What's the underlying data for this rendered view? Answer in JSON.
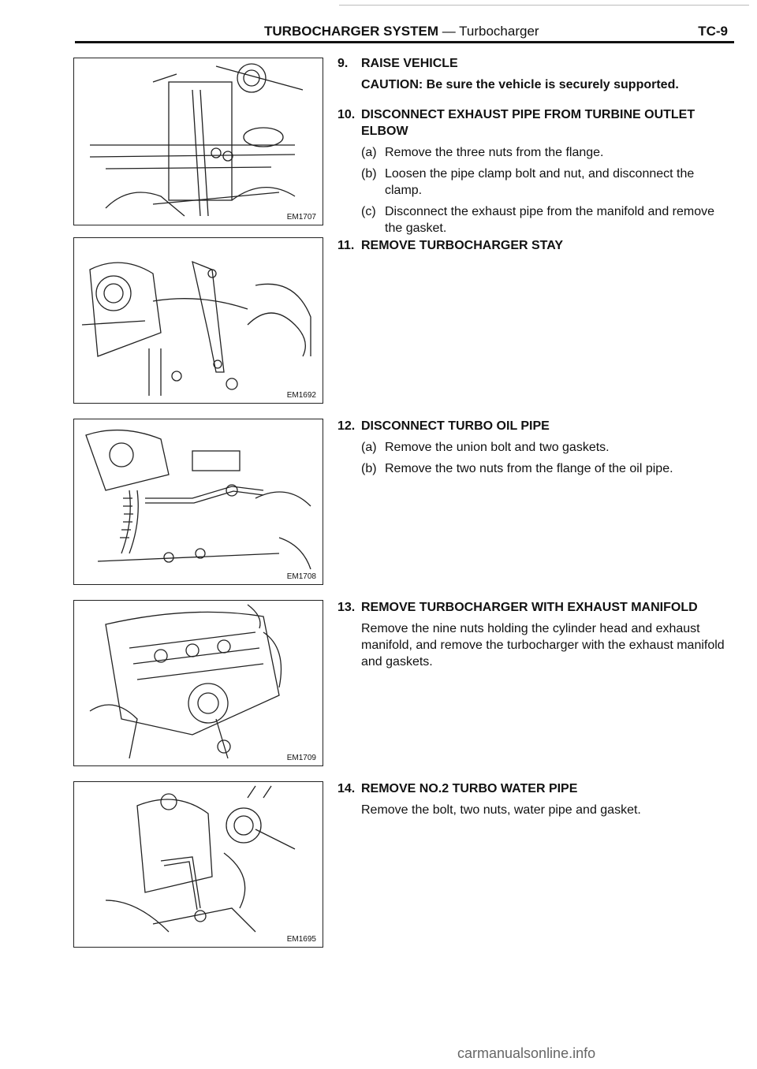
{
  "header": {
    "title_bold": "TURBOCHARGER SYSTEM",
    "title_rest": " — Turbocharger",
    "page": "TC-9"
  },
  "figures": [
    {
      "code": "EM1707"
    },
    {
      "code": "EM1692"
    },
    {
      "code": "EM1708"
    },
    {
      "code": "EM1709"
    },
    {
      "code": "EM1695"
    }
  ],
  "steps": [
    {
      "num": "9.",
      "head": "RAISE VEHICLE",
      "caution": "CAUTION:  Be sure the vehicle is securely supported."
    },
    {
      "num": "10.",
      "head": "DISCONNECT EXHAUST PIPE FROM TURBINE OUTLET ELBOW",
      "subs": [
        {
          "label": "(a)",
          "text": "Remove the three nuts from the flange."
        },
        {
          "label": "(b)",
          "text": "Loosen the pipe clamp bolt and nut, and disconnect the clamp."
        },
        {
          "label": "(c)",
          "text": "Disconnect the exhaust pipe from the manifold and remove the gasket."
        }
      ]
    },
    {
      "num": "11.",
      "head": "REMOVE TURBOCHARGER STAY"
    },
    {
      "num": "12.",
      "head": "DISCONNECT TURBO OIL PIPE",
      "subs": [
        {
          "label": "(a)",
          "text": "Remove the union bolt and two gaskets."
        },
        {
          "label": "(b)",
          "text": "Remove the two nuts from the flange of the oil pipe."
        }
      ]
    },
    {
      "num": "13.",
      "head": "REMOVE TURBOCHARGER WITH EXHAUST MANIFOLD",
      "text": "Remove the nine nuts holding the cylinder head and exhaust manifold, and remove the turbocharger with the exhaust manifold and gaskets."
    },
    {
      "num": "14.",
      "head": "REMOVE NO.2 TURBO WATER PIPE",
      "text": "Remove the bolt, two nuts, water pipe and gasket."
    }
  ],
  "footer": "carmanualsonline.info"
}
